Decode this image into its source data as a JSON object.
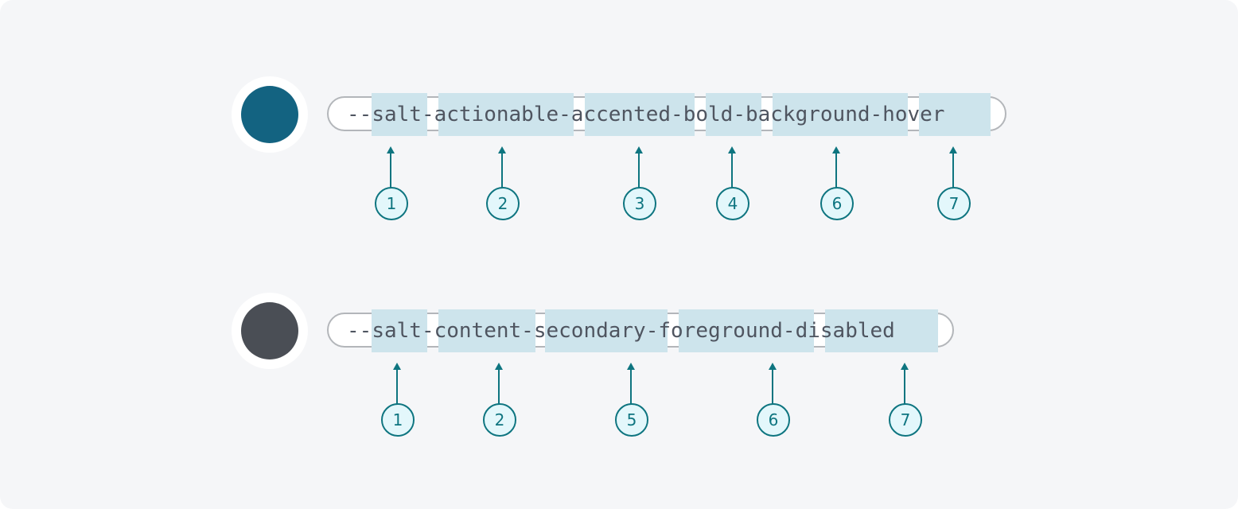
{
  "tokens": [
    {
      "swatch_color": "#136381",
      "segments": [
        {
          "text": "--",
          "highlight": false
        },
        {
          "text": "salt",
          "highlight": true
        },
        {
          "text": "-",
          "highlight": false
        },
        {
          "text": "actionable",
          "highlight": true
        },
        {
          "text": "-",
          "highlight": false
        },
        {
          "text": "accented",
          "highlight": true
        },
        {
          "text": "-",
          "highlight": false
        },
        {
          "text": "bold",
          "highlight": true
        },
        {
          "text": "-",
          "highlight": false
        },
        {
          "text": "background",
          "highlight": true
        },
        {
          "text": "-",
          "highlight": false
        },
        {
          "text": "hover",
          "highlight": true
        }
      ],
      "badges": [
        "1",
        "2",
        "3",
        "4",
        "6",
        "7"
      ]
    },
    {
      "swatch_color": "#4a4e55",
      "segments": [
        {
          "text": "--",
          "highlight": false
        },
        {
          "text": "salt",
          "highlight": true
        },
        {
          "text": "-",
          "highlight": false
        },
        {
          "text": "content",
          "highlight": true
        },
        {
          "text": "-",
          "highlight": false
        },
        {
          "text": "secondary",
          "highlight": true
        },
        {
          "text": "-",
          "highlight": false
        },
        {
          "text": "foreground",
          "highlight": true
        },
        {
          "text": "-",
          "highlight": false
        },
        {
          "text": "disabled",
          "highlight": true
        }
      ],
      "badges": [
        "1",
        "2",
        "5",
        "6",
        "7"
      ]
    }
  ],
  "colors": {
    "accent": "#0e7580",
    "highlight": "#cde4ec",
    "badge_fill": "#e3f7fb",
    "text": "#4f5560"
  }
}
